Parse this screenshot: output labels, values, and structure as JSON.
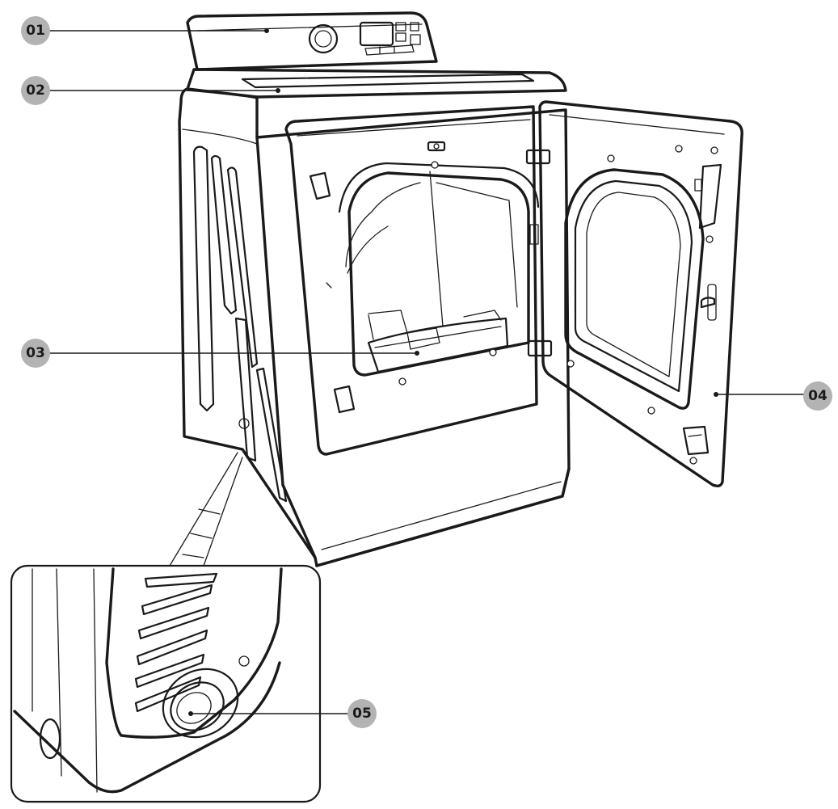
{
  "callouts": [
    {
      "id": "01",
      "label": "01"
    },
    {
      "id": "02",
      "label": "02"
    },
    {
      "id": "03",
      "label": "03"
    },
    {
      "id": "04",
      "label": "04"
    },
    {
      "id": "05",
      "label": "05"
    }
  ],
  "colors": {
    "badge": "#b3b3b3",
    "ink": "#1a1a1a",
    "background": "#ffffff"
  }
}
